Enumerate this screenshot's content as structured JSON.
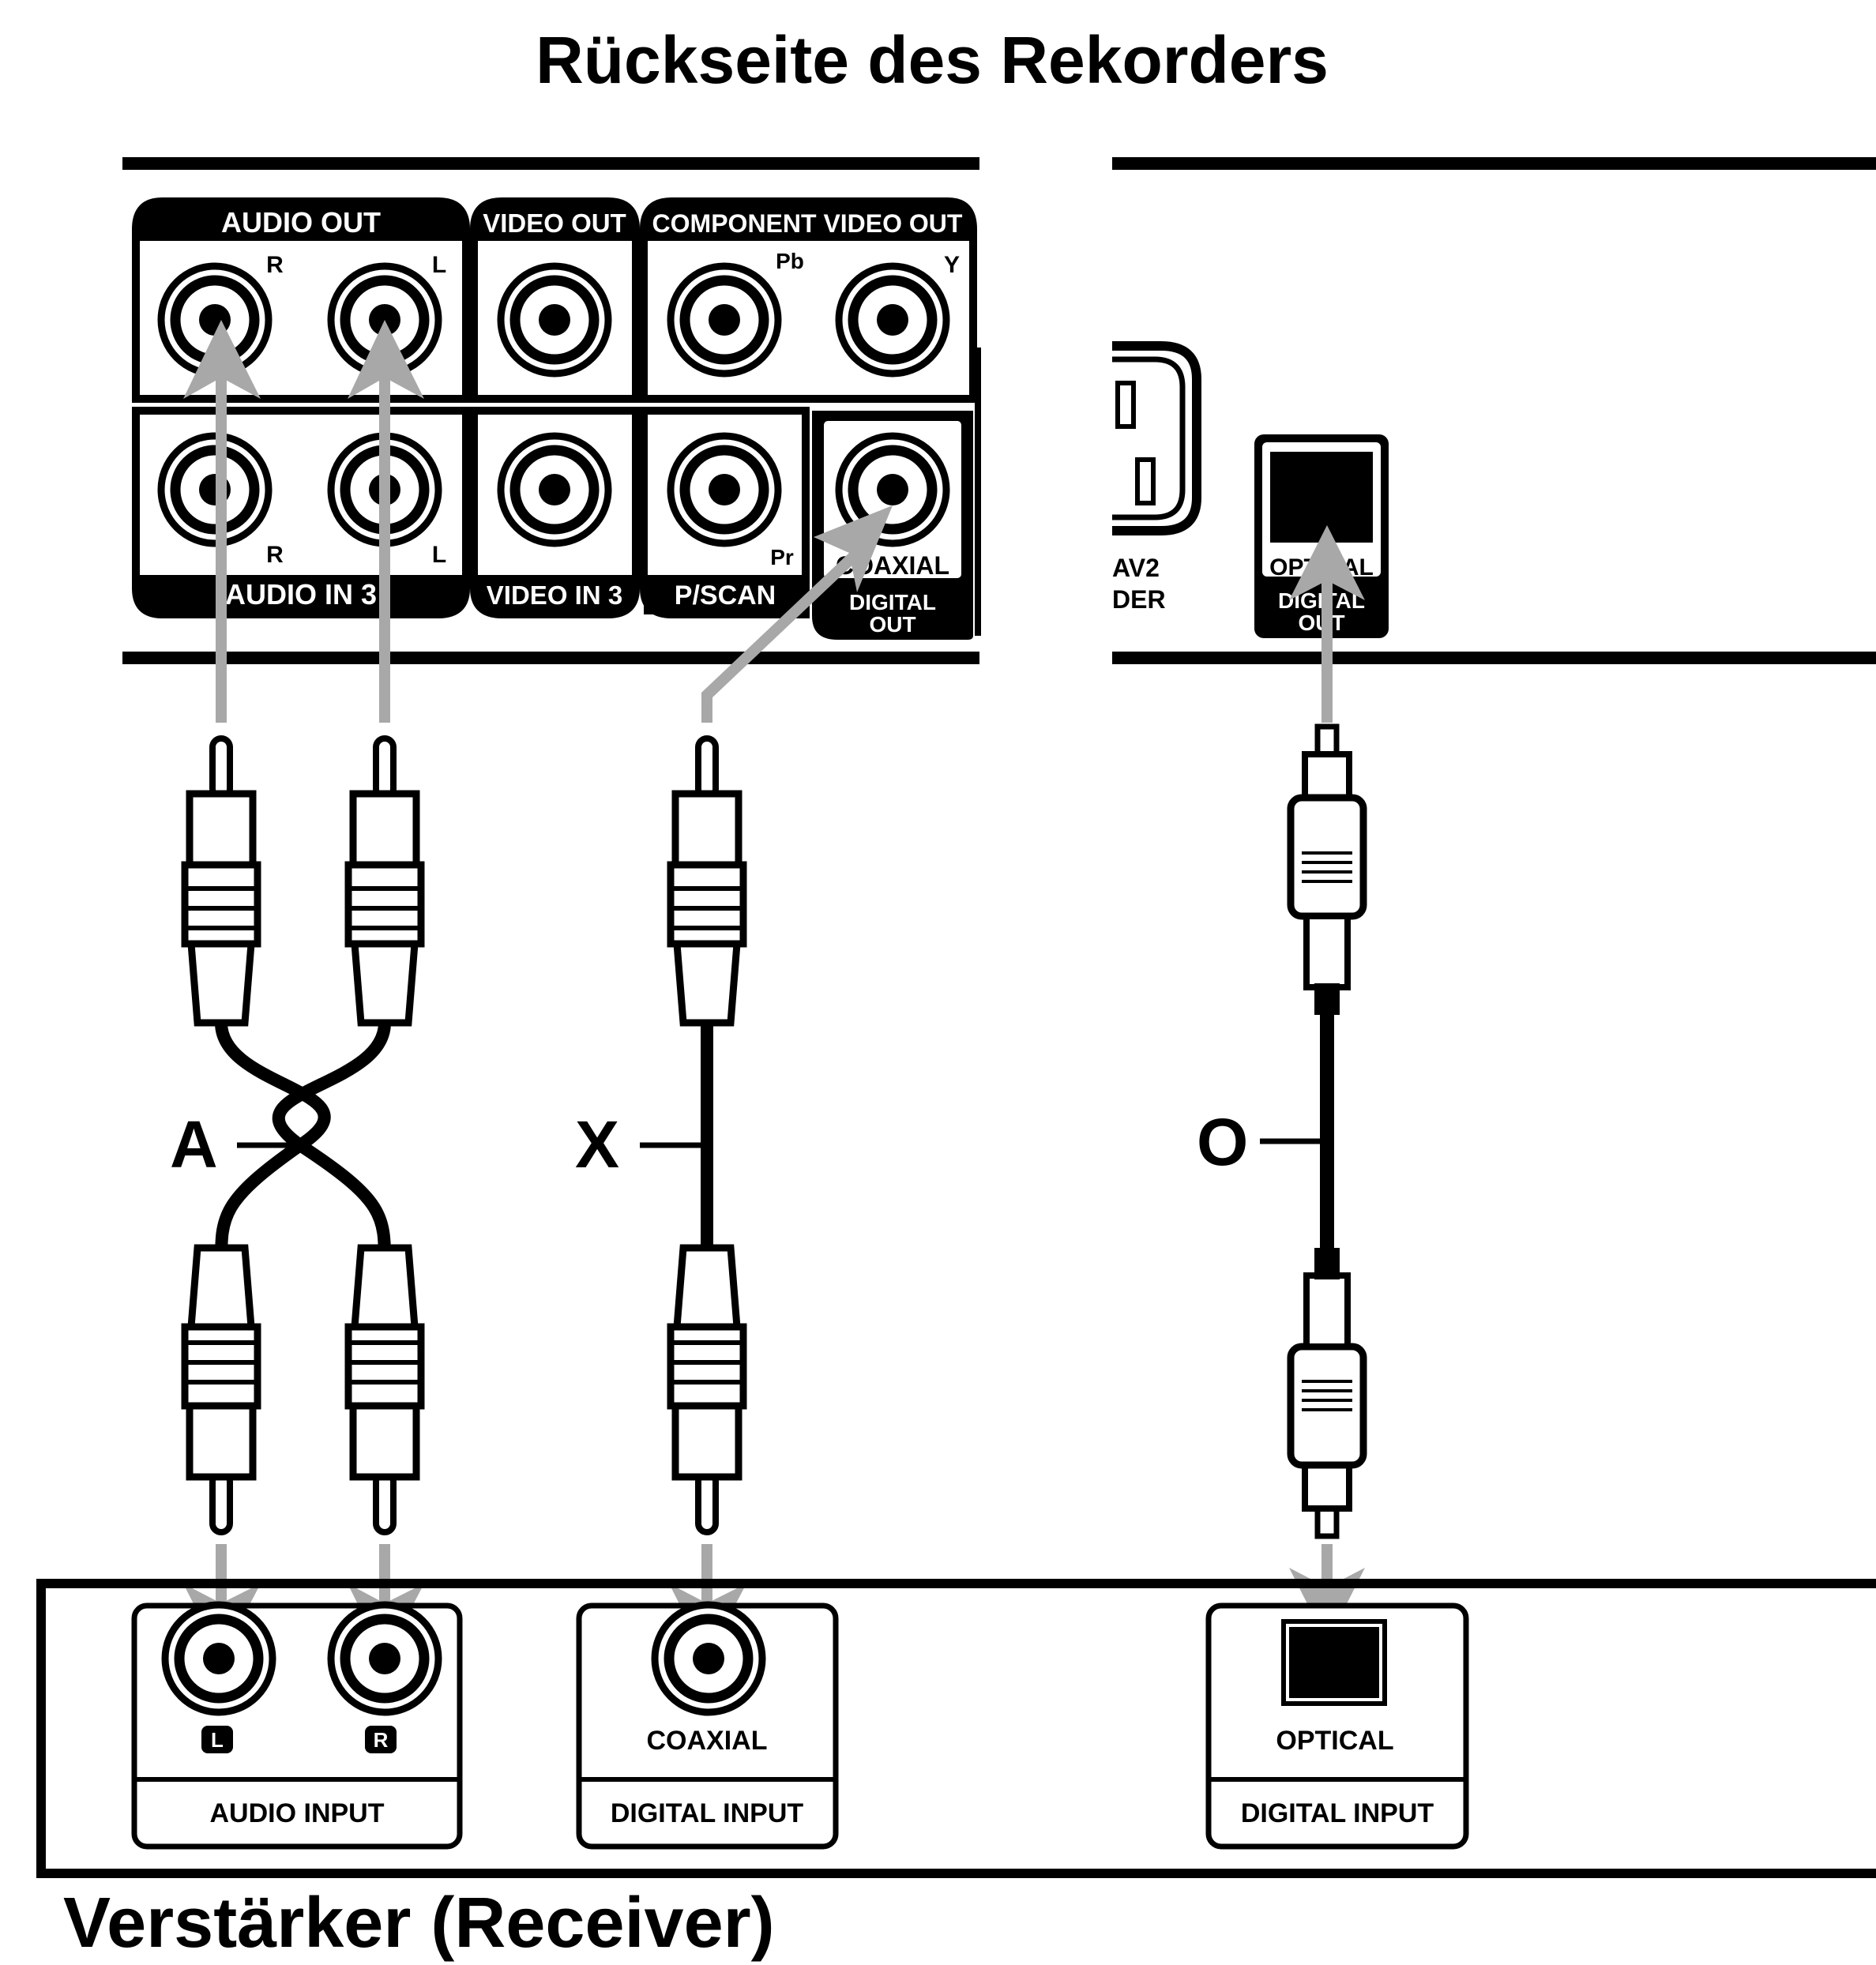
{
  "title_top": "Rückseite des Rekorders",
  "title_bottom": "Verstärker (Receiver)",
  "recorder_panel": {
    "audio_out": "AUDIO OUT",
    "video_out": "VIDEO OUT",
    "component_video_out": "COMPONENT VIDEO OUT",
    "r_top": "R",
    "l_top": "L",
    "pb": "Pb",
    "y": "Y",
    "r_bottom": "R",
    "l_bottom": "L",
    "pr": "Pr",
    "audio_in_3": "AUDIO IN 3",
    "video_in_3": "VIDEO IN 3",
    "p_scan": "P/SCAN",
    "coaxial": "COAXIAL",
    "digital": "DIGITAL",
    "out": "OUT",
    "av2_fragment": "AV2",
    "decoder_fragment": "DER",
    "optical": "OPTICAL",
    "optical_digital": "DIGITAL",
    "optical_out": "OUT"
  },
  "cables": {
    "audio": "A",
    "coaxial": "X",
    "optical": "O"
  },
  "receiver_panel": {
    "left_badge": "L",
    "right_badge": "R",
    "audio_input": "AUDIO INPUT",
    "coaxial": "COAXIAL",
    "digital_input_coax": "DIGITAL INPUT",
    "optical": "OPTICAL",
    "digital_input_optical": "DIGITAL INPUT"
  }
}
